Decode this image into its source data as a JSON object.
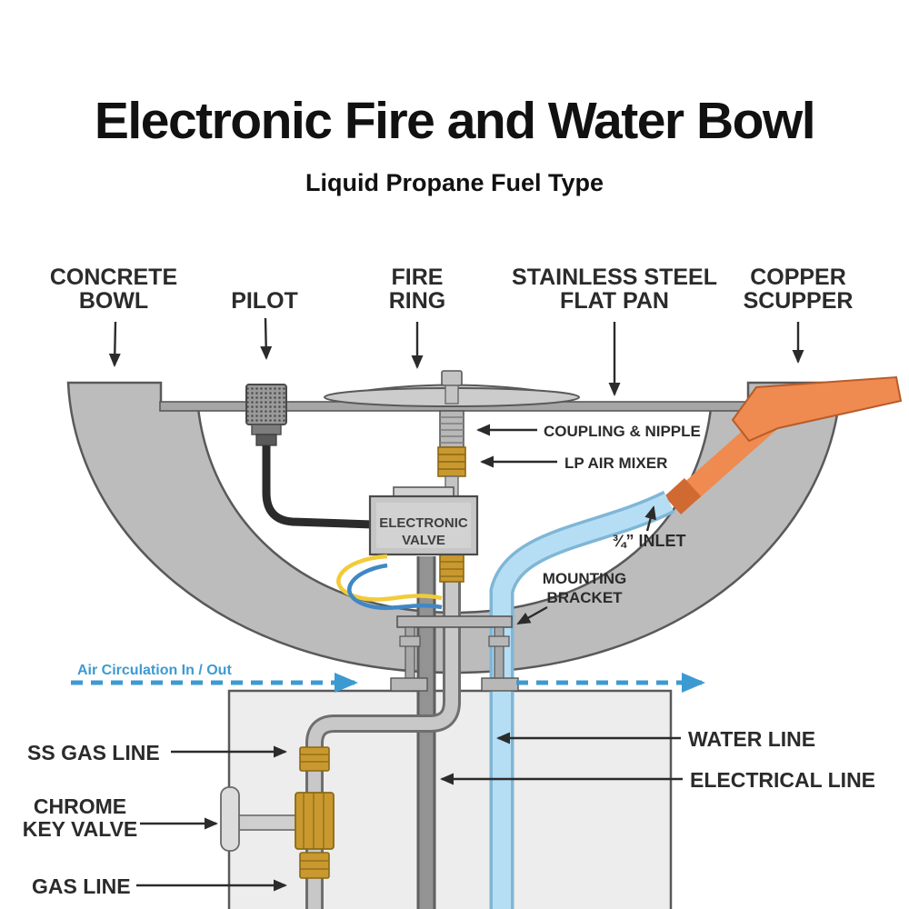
{
  "header": {
    "title": "Electronic Fire and Water Bowl",
    "subtitle": "Liquid Propane Fuel Type"
  },
  "callouts": {
    "concrete_bowl": {
      "line1": "CONCRETE",
      "line2": "BOWL"
    },
    "pilot": {
      "line1": "PILOT"
    },
    "fire_ring": {
      "line1": "FIRE",
      "line2": "RING"
    },
    "flat_pan": {
      "line1": "STAINLESS STEEL",
      "line2": "FLAT PAN"
    },
    "copper_scupper": {
      "line1": "COPPER",
      "line2": "SCUPPER"
    },
    "coupling_nipple": {
      "line1": "COUPLING & NIPPLE"
    },
    "lp_air_mixer": {
      "line1": "LP AIR MIXER"
    },
    "inlet": {
      "line1": "¾” INLET"
    },
    "mounting_bracket": {
      "line1": "MOUNTING",
      "line2": "BRACKET"
    },
    "air_circulation": {
      "line1": "Air Circulation In / Out"
    },
    "ss_gas_line": {
      "line1": "SS GAS LINE"
    },
    "water_line": {
      "line1": "WATER LINE"
    },
    "electrical_line": {
      "line1": "ELECTRICAL LINE"
    },
    "chrome_key_valve": {
      "line1": "CHROME",
      "line2": "KEY VALVE"
    },
    "gas_line": {
      "line1": "GAS LINE"
    }
  },
  "component_text": {
    "electronic_valve_line1": "ELECTRONIC",
    "electronic_valve_line2": "VALVE"
  },
  "colors": {
    "bowl_gray": "#bcbcbc",
    "copper_orange": "#ef8a50",
    "water_blue": "#b5def5",
    "brass_gold": "#c9992f",
    "air_arrow_blue": "#3d9ad1",
    "label_dark": "#2b2b2b"
  }
}
